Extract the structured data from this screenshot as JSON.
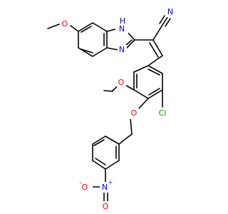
{
  "molecule": {
    "atoms": [
      {
        "id": "o_meth1",
        "label": "O",
        "color": "#ff0000"
      },
      {
        "id": "h_nh",
        "label": "H",
        "color": "#0000ff"
      },
      {
        "id": "n_nh",
        "label": "N",
        "color": "#0000ff"
      },
      {
        "id": "n_imine",
        "label": "N",
        "color": "#0000ff"
      },
      {
        "id": "n_nitrile",
        "label": "N",
        "color": "#0000ff"
      },
      {
        "id": "o_meth2",
        "label": "O",
        "color": "#ff0000"
      },
      {
        "id": "cl",
        "label": "Cl",
        "color": "#00a000"
      },
      {
        "id": "o_ether",
        "label": "O",
        "color": "#ff0000"
      },
      {
        "id": "n_nitro",
        "label": "N",
        "color": "#0000ff"
      },
      {
        "id": "n_nitro_plus",
        "label": "+",
        "color": "#0000ff"
      },
      {
        "id": "o_nitro_minus",
        "label": "O",
        "color": "#ff0000"
      },
      {
        "id": "o_nitro_minus_charge",
        "label": "-",
        "color": "#ff0000"
      },
      {
        "id": "o_nitro_double",
        "label": "O",
        "color": "#ff0000"
      }
    ]
  }
}
